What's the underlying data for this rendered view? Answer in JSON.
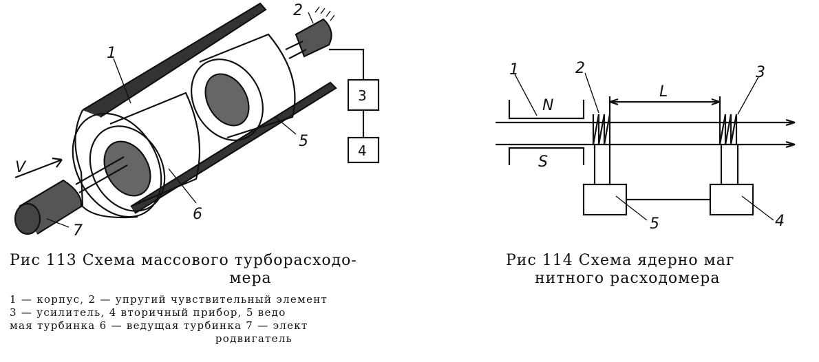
{
  "fig113": {
    "labels": {
      "n1": "1",
      "n2": "2",
      "n3": "3",
      "n4": "4",
      "n5": "5",
      "n6": "6",
      "n7": "7",
      "v": "V"
    },
    "caption_line1": "Рис 113 Схема массового турборасходо-",
    "caption_line2": "мера",
    "legend_line1": "1 — корпус, 2 — упругий чувствительный элемент",
    "legend_line2": "3 — усилитель, 4 вторичный прибор, 5 ведо",
    "legend_line3": "мая турбинка 6 — ведущая турбинка 7 — элект",
    "legend_line4": "родвигатель"
  },
  "fig114": {
    "labels": {
      "n1": "1",
      "n2": "2",
      "n3": "3",
      "n4": "4",
      "n5": "5",
      "N": "N",
      "S": "S",
      "L": "L"
    },
    "caption_line1": "Рис 114 Схема ядерно маг",
    "caption_line2": "нитного расходомера"
  }
}
